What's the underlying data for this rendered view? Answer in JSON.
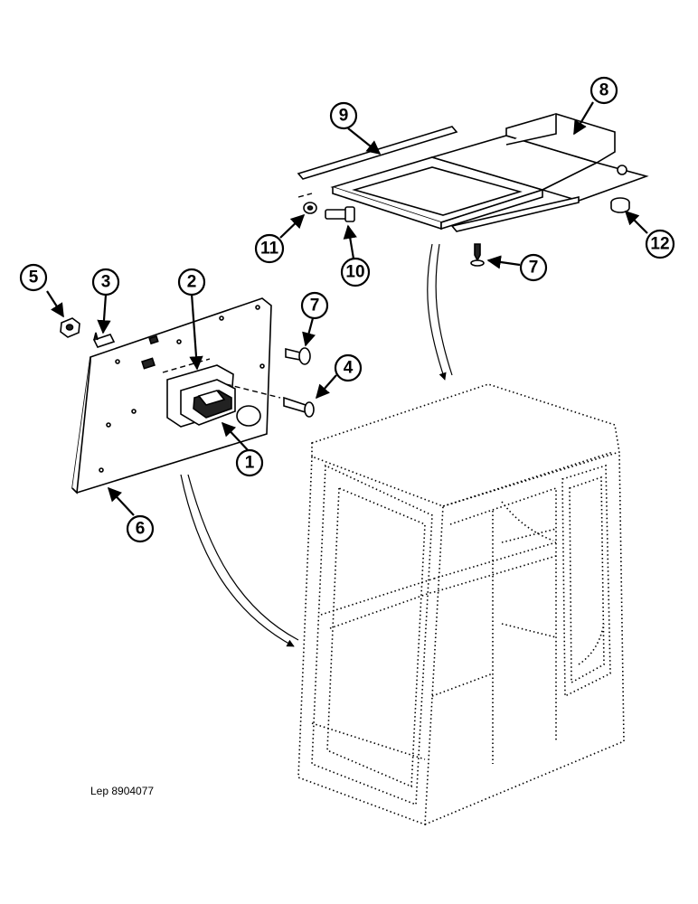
{
  "callouts": {
    "c1": "1",
    "c2": "2",
    "c3": "3",
    "c4": "4",
    "c5": "5",
    "c6": "6",
    "c7a": "7",
    "c7b": "7",
    "c8": "8",
    "c9": "9",
    "c10": "10",
    "c11": "11",
    "c12": "12"
  },
  "reference": "Lep 8904077"
}
